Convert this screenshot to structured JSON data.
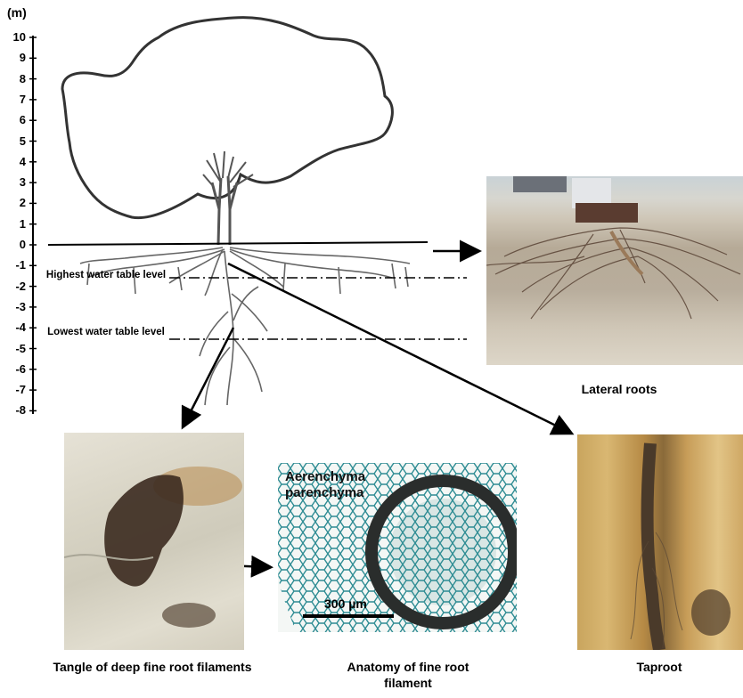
{
  "axis": {
    "unit": "(m)",
    "ticks": [
      "10",
      "9",
      "8",
      "7",
      "6",
      "5",
      "4",
      "3",
      "2",
      "1",
      "0",
      "-1",
      "-2",
      "-3",
      "-4",
      "-5",
      "-6",
      "-7",
      "-8"
    ]
  },
  "water_table": {
    "highest": "Highest water table level",
    "lowest": "Lowest water table level"
  },
  "captions": {
    "lateral": "Lateral roots",
    "tangle": "Tangle of deep fine root filaments",
    "anatomy": "Anatomy of fine root filament",
    "taproot": "Taproot"
  },
  "anatomy": {
    "tissue_line1": "Aerenchyma",
    "tissue_line2": "parenchyma",
    "scale": "300 µm"
  }
}
